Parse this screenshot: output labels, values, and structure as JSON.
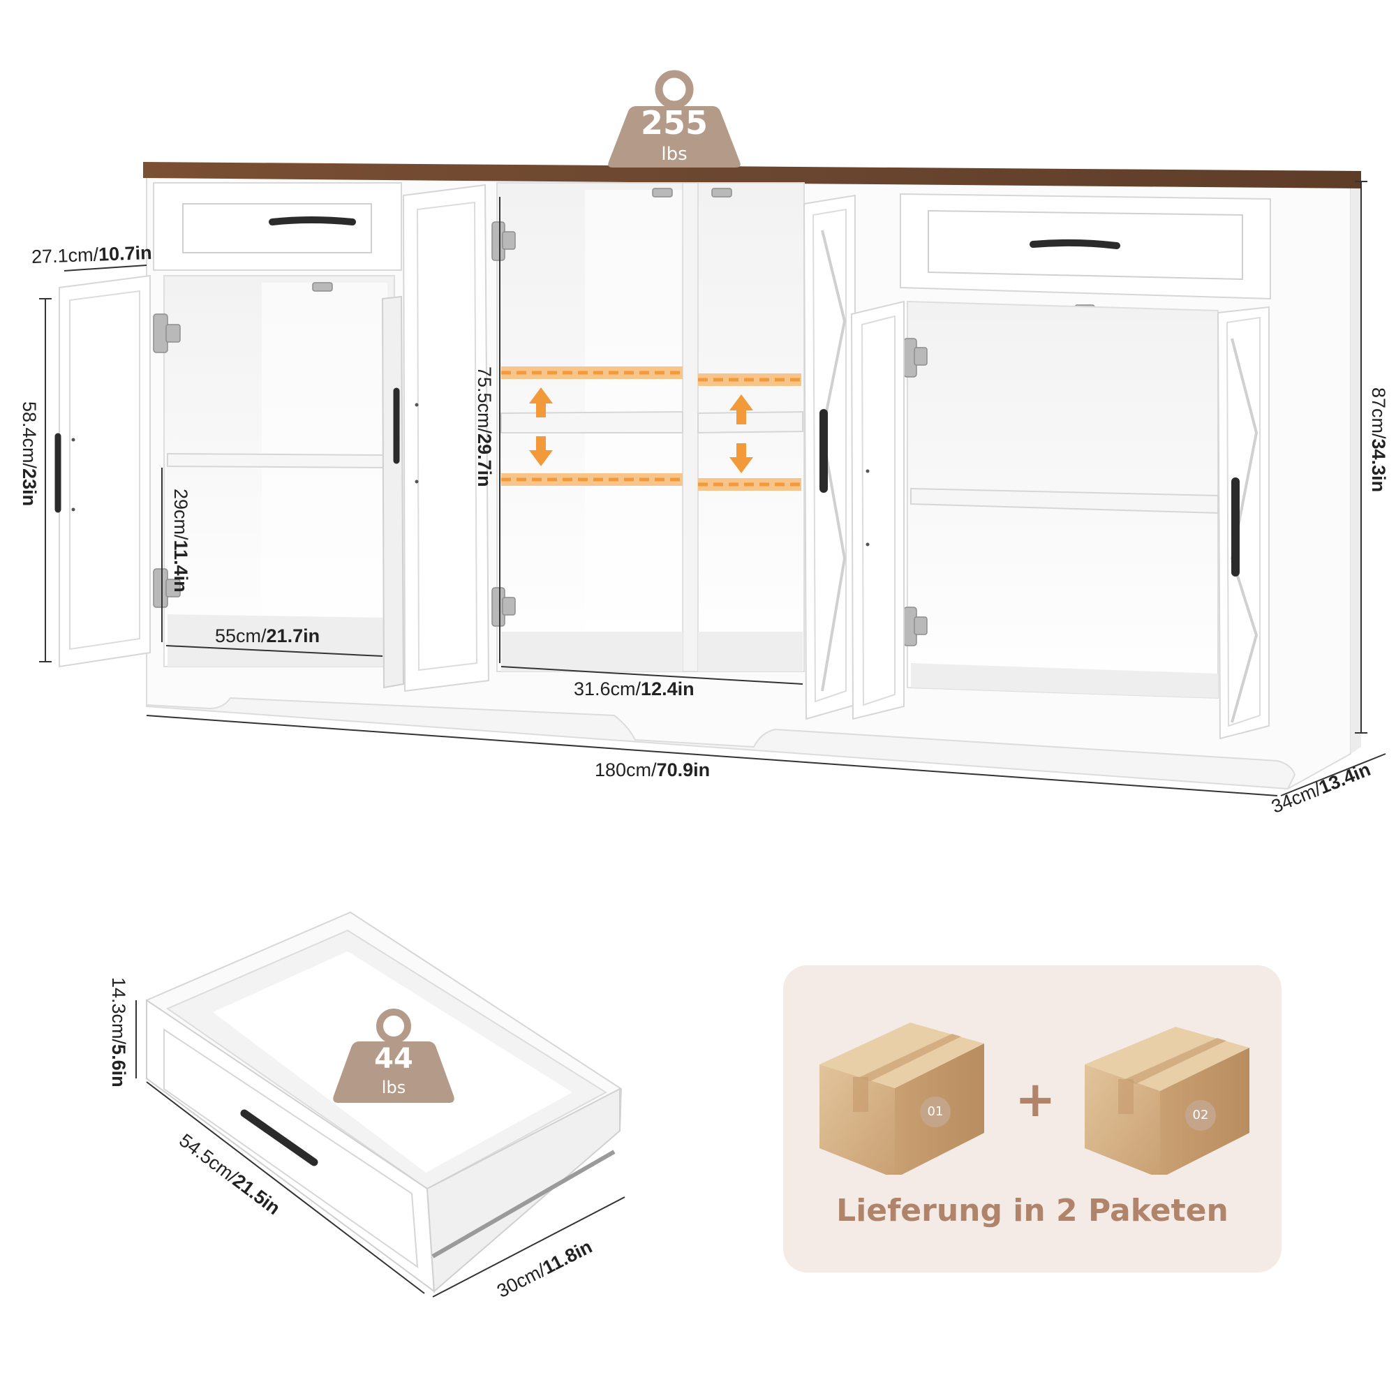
{
  "colors": {
    "wood_top": "#6e4a32",
    "cabinet_white": "#fafafa",
    "cabinet_shadow": "#e6e6e6",
    "handle": "#2b2b2b",
    "accent_orange": "#f29a3a",
    "weight_badge": "#b49a88",
    "package_bg": "#f5ebe6",
    "package_text": "#b0846a",
    "box_cardboard": "#d9b88e"
  },
  "cabinet": {
    "weight_value": "255",
    "weight_unit": "lbs",
    "dims": {
      "drawer_depth_cm": "27.1cm/",
      "drawer_depth_in": "10.7in",
      "side_door_height_cm": "58.4cm/",
      "side_door_height_in": "23in",
      "shelf_gap_cm": "29cm/",
      "shelf_gap_in": "11.4in",
      "side_width_cm": "55cm/",
      "side_width_in": "21.7in",
      "center_height_cm": "75.5cm/",
      "center_height_in": "29.7in",
      "center_width_cm": "31.6cm/",
      "center_width_in": "12.4in",
      "total_width_cm": "180cm/",
      "total_width_in": "70.9in",
      "total_height_cm": "87cm/",
      "total_height_in": "34.3in",
      "total_depth_cm": "34cm/",
      "total_depth_in": "13.4in"
    }
  },
  "drawer": {
    "weight_value": "44",
    "weight_unit": "lbs",
    "dims": {
      "height_cm": "14.3cm/",
      "height_in": "5.6in",
      "length_cm": "54.5cm/",
      "length_in": "21.5in",
      "width_cm": "30cm/",
      "width_in": "11.8in"
    }
  },
  "delivery": {
    "box1_label": "01",
    "box2_label": "02",
    "plus": "+",
    "caption": "Lieferung in 2 Paketen"
  }
}
